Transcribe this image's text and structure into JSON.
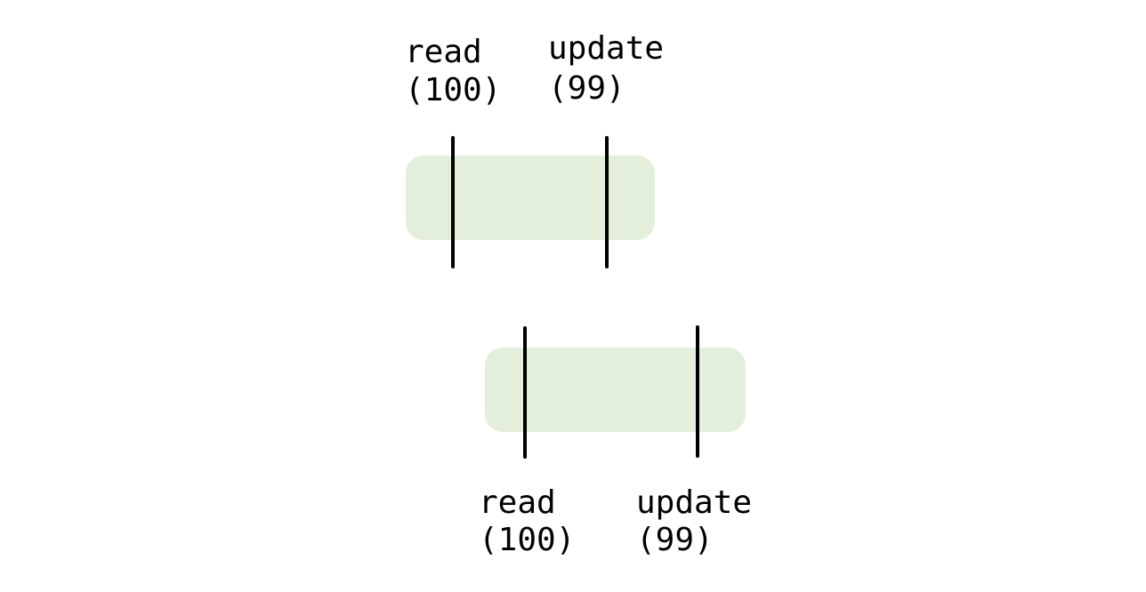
{
  "colors": {
    "transaction_fill": "#e3eedb",
    "line": "#000000",
    "text": "#000000"
  },
  "transactions": [
    {
      "events": [
        {
          "label_line1": "read",
          "label_line2": "(100)"
        },
        {
          "label_line1": "update",
          "label_line2": "(99)"
        }
      ]
    },
    {
      "events": [
        {
          "label_line1": "read",
          "label_line2": "(100)"
        },
        {
          "label_line1": "update",
          "label_line2": "(99)"
        }
      ]
    }
  ]
}
